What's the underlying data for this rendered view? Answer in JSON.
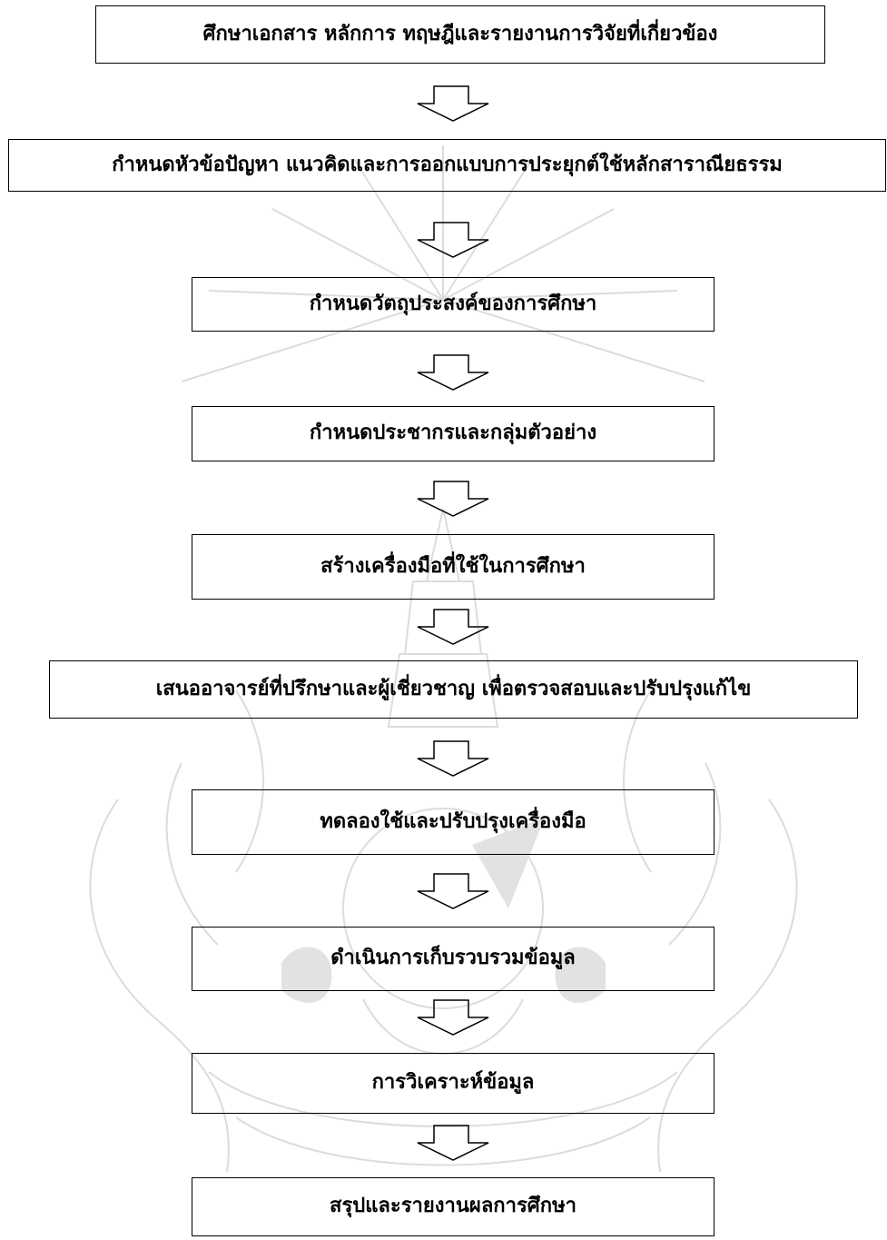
{
  "flowchart": {
    "steps": [
      "ศึกษาเอกสาร หลักการ ทฤษฎีและรายงานการวิจัยที่เกี่ยวข้อง",
      "กำหนดหัวข้อปัญหา แนวคิดและการออกแบบการประยุกต์ใช้หลักสาราณียธรรม",
      "กำหนดวัตถุประสงค์ของการศึกษา",
      "กำหนดประชากรและกลุ่มตัวอย่าง",
      "สร้างเครื่องมือที่ใช้ในการศึกษา",
      "เสนออาจารย์ที่ปรึกษาและผู้เชี่ยวชาญ เพื่อตรวจสอบและปรับปรุงแก้ไข",
      "ทดลองใช้และปรับปรุงเครื่องมือ",
      "ดำเนินการเก็บรวบรวมข้อมูล",
      "การวิเคราะห์ข้อมูล",
      "สรุปและรายงานผลการศึกษา"
    ]
  },
  "colors": {
    "stroke": "#000000",
    "text": "#000000",
    "watermark": "#d9d9d9"
  }
}
